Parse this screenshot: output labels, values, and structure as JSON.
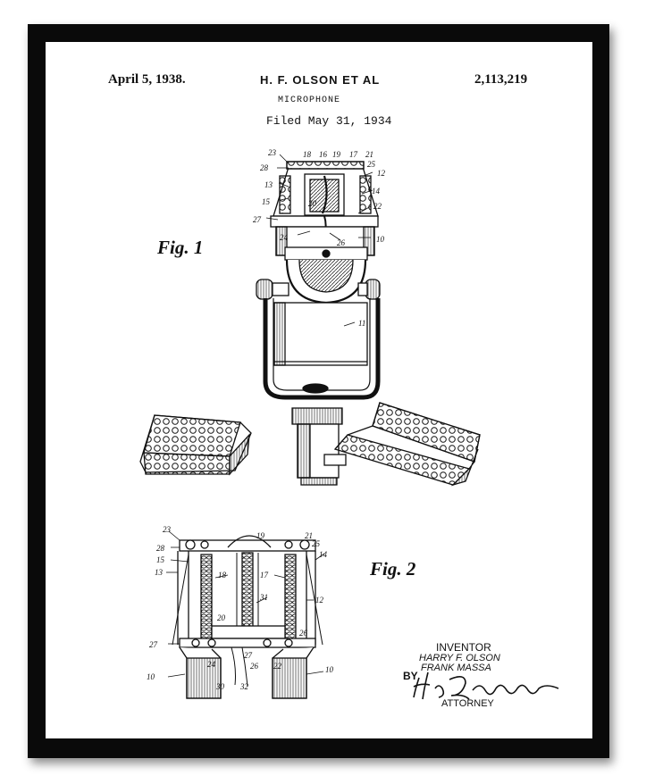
{
  "header": {
    "date": "April 5, 1938.",
    "inventors": "H. F. OLSON ET AL",
    "patent_number": "2,113,219",
    "title": "MICROPHONE",
    "filed": "Filed May 31, 1934"
  },
  "figures": {
    "fig1_label": "Fig. 1",
    "fig2_label": "Fig. 2",
    "fig1_callouts": [
      "23",
      "18",
      "16",
      "19",
      "17",
      "21",
      "28",
      "25",
      "12",
      "13",
      "14",
      "15",
      "20",
      "22",
      "27",
      "24",
      "26",
      "10",
      "11"
    ],
    "fig2_callouts": [
      "23",
      "19",
      "21",
      "28",
      "25",
      "15",
      "14",
      "13",
      "18",
      "17",
      "31",
      "12",
      "20",
      "27",
      "26",
      "27",
      "24",
      "22",
      "10",
      "10",
      "30",
      "32"
    ]
  },
  "signature_block": {
    "inventor_heading": "INVENTOR",
    "inventor_1": "HARRY F. OLSON",
    "inventor_2": "FRANK MASSA",
    "by": "BY",
    "signature": "H. S. Grover",
    "attorney_heading": "ATTORNEY"
  }
}
